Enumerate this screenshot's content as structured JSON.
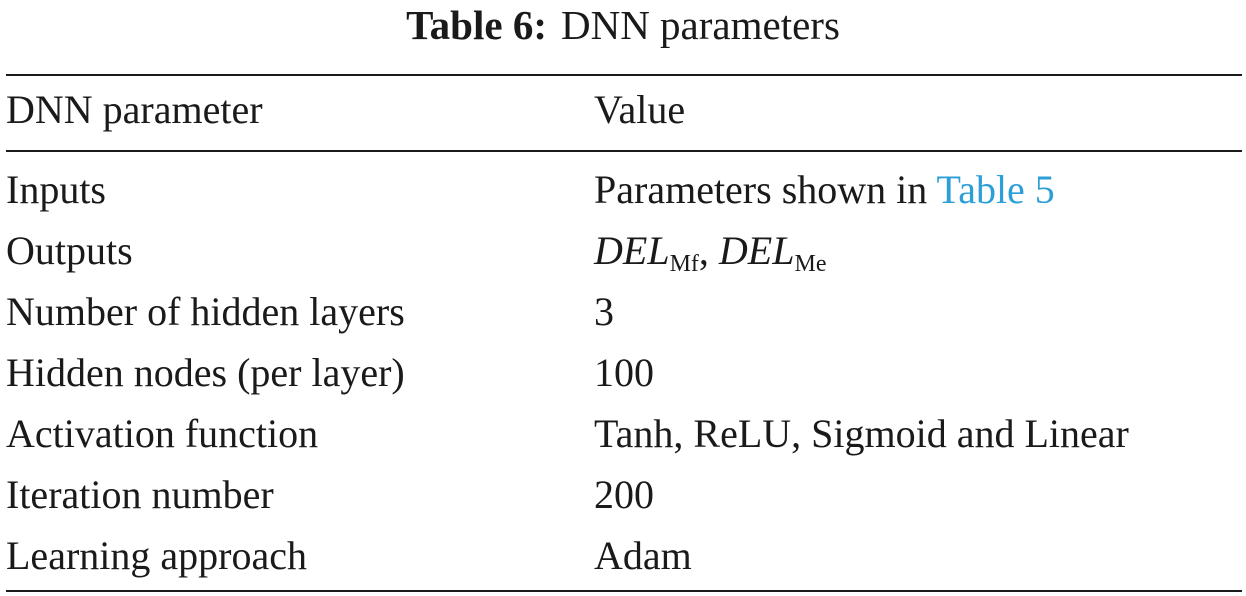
{
  "caption": {
    "label": "Table 6:",
    "title": "DNN parameters"
  },
  "table": {
    "columns": [
      "DNN parameter",
      "Value"
    ],
    "rows": [
      {
        "parameter": "Inputs",
        "value_prefix": "Parameters shown in ",
        "value_link": "Table 5"
      },
      {
        "parameter": "Outputs",
        "output_1": "DEL",
        "output_1_sub": "Mf",
        "separator": ", ",
        "output_2": "DEL",
        "output_2_sub": "Me"
      },
      {
        "parameter": "Number of hidden layers",
        "value": "3"
      },
      {
        "parameter": "Hidden nodes (per layer)",
        "value": "100"
      },
      {
        "parameter": "Activation function",
        "value": "Tanh, ReLU, Sigmoid and Linear"
      },
      {
        "parameter": "Iteration number",
        "value": "200"
      },
      {
        "parameter": "Learning approach",
        "value": "Adam"
      }
    ]
  },
  "colors": {
    "text": "#1a1a1a",
    "link": "#2e9fd6",
    "background": "#ffffff"
  }
}
